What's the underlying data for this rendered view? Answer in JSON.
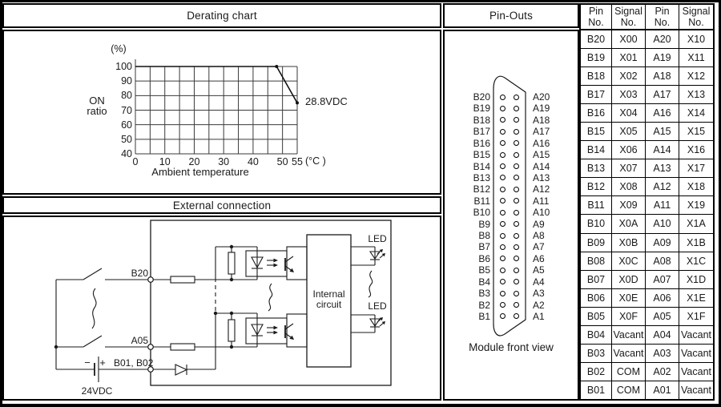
{
  "headers": {
    "derating_title": "Derating chart",
    "external_title": "External connection",
    "pinouts_title": "Pin-Outs"
  },
  "chart_data": {
    "type": "line",
    "title": "Derating chart",
    "ylabel_line1": "ON",
    "ylabel_line2": "ratio",
    "y_unit": "(%)",
    "xlabel": "Ambient temperature",
    "x_unit": "(°C )",
    "y_ticks": [
      100,
      90,
      80,
      70,
      60,
      50,
      40
    ],
    "x_ticks": [
      0,
      10,
      20,
      30,
      40,
      50,
      55
    ],
    "xlim": [
      0,
      55
    ],
    "ylim": [
      40,
      100
    ],
    "x_grid_step": 5,
    "y_grid_step": 10,
    "grid": true,
    "legend_position": "none",
    "series": [
      {
        "name": "28.8VDC",
        "points": [
          [
            0,
            100
          ],
          [
            48,
            100
          ],
          [
            55,
            75
          ]
        ]
      }
    ],
    "annotation": "28.8VDC"
  },
  "circuit": {
    "terminal_b20": "B20",
    "terminal_a05": "A05",
    "terminal_com": "B01, B02",
    "supply": "24VDC",
    "minus_sign": "−",
    "plus_sign": "+",
    "internal_line1": "Internal",
    "internal_line2": "circuit",
    "led_top": "LED",
    "led_bottom": "LED"
  },
  "pinouts": {
    "footer": "Module front view",
    "rows": [
      {
        "b": "B20",
        "a": "A20"
      },
      {
        "b": "B19",
        "a": "A19"
      },
      {
        "b": "B18",
        "a": "A18"
      },
      {
        "b": "B17",
        "a": "A17"
      },
      {
        "b": "B16",
        "a": "A16"
      },
      {
        "b": "B15",
        "a": "A15"
      },
      {
        "b": "B14",
        "a": "A14"
      },
      {
        "b": "B13",
        "a": "A13"
      },
      {
        "b": "B12",
        "a": "A12"
      },
      {
        "b": "B11",
        "a": "A11"
      },
      {
        "b": "B10",
        "a": "A10"
      },
      {
        "b": "B9",
        "a": "A9"
      },
      {
        "b": "B8",
        "a": "A8"
      },
      {
        "b": "B7",
        "a": "A7"
      },
      {
        "b": "B6",
        "a": "A6"
      },
      {
        "b": "B5",
        "a": "A5"
      },
      {
        "b": "B4",
        "a": "A4"
      },
      {
        "b": "B3",
        "a": "A3"
      },
      {
        "b": "B2",
        "a": "A2"
      },
      {
        "b": "B1",
        "a": "A1"
      }
    ]
  },
  "pin_table": {
    "col_headers": [
      {
        "line1": "Pin",
        "line2": "No."
      },
      {
        "line1": "Signal",
        "line2": "No."
      },
      {
        "line1": "Pin",
        "line2": "No."
      },
      {
        "line1": "Signal",
        "line2": "No."
      }
    ],
    "rows": [
      [
        "B20",
        "X00",
        "A20",
        "X10"
      ],
      [
        "B19",
        "X01",
        "A19",
        "X11"
      ],
      [
        "B18",
        "X02",
        "A18",
        "X12"
      ],
      [
        "B17",
        "X03",
        "A17",
        "X13"
      ],
      [
        "B16",
        "X04",
        "A16",
        "X14"
      ],
      [
        "B15",
        "X05",
        "A15",
        "X15"
      ],
      [
        "B14",
        "X06",
        "A14",
        "X16"
      ],
      [
        "B13",
        "X07",
        "A13",
        "X17"
      ],
      [
        "B12",
        "X08",
        "A12",
        "X18"
      ],
      [
        "B11",
        "X09",
        "A11",
        "X19"
      ],
      [
        "B10",
        "X0A",
        "A10",
        "X1A"
      ],
      [
        "B09",
        "X0B",
        "A09",
        "X1B"
      ],
      [
        "B08",
        "X0C",
        "A08",
        "X1C"
      ],
      [
        "B07",
        "X0D",
        "A07",
        "X1D"
      ],
      [
        "B06",
        "X0E",
        "A06",
        "X1E"
      ],
      [
        "B05",
        "X0F",
        "A05",
        "X1F"
      ],
      [
        "B04",
        "Vacant",
        "A04",
        "Vacant"
      ],
      [
        "B03",
        "Vacant",
        "A03",
        "Vacant"
      ],
      [
        "B02",
        "COM",
        "A02",
        "Vacant"
      ],
      [
        "B01",
        "COM",
        "A01",
        "Vacant"
      ]
    ]
  }
}
